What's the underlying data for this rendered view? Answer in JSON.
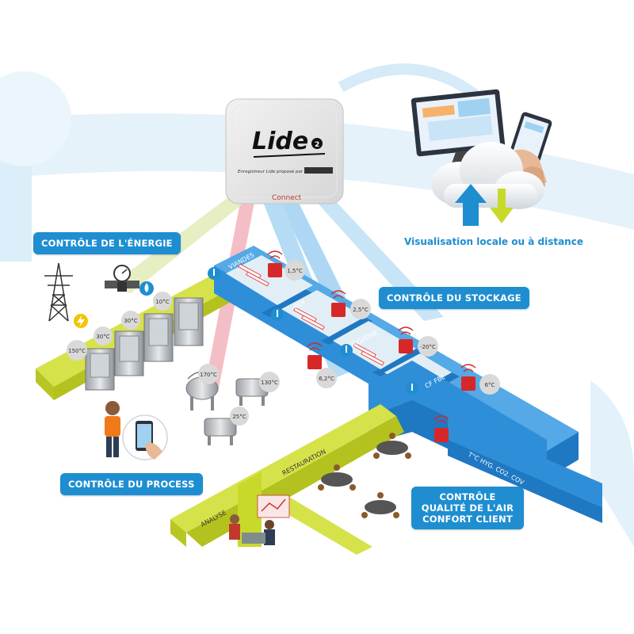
{
  "device": {
    "logo": "Lide",
    "logo_mark": "2",
    "subline": "Enregistreur Lide proposé par",
    "connect_label": "Connect"
  },
  "labels": {
    "energy": "CONTRÔLE DE L'ÉNERGIE",
    "process": "CONTRÔLE DU PROCESS",
    "storage": "CONTRÔLE DU STOCKAGE",
    "air_line1": "CONTRÔLE",
    "air_line2": "QUALITÉ DE L'AIR",
    "air_line3": "CONFORT CLIENT",
    "remote": "Visualisation locale ou à distance"
  },
  "rooms": {
    "viandes": "VIANDES",
    "bof": "BOF",
    "negative": "NÉGATIVE",
    "cf_fbl": "CF FBL",
    "corridor": "T°C HYG. CO2. COV",
    "restauration": "RESTAURATION",
    "analyse": "ANALYSE"
  },
  "temperatures": {
    "viandes": "1,5°C",
    "bof": "2,5°C",
    "negative_a": "-20°C",
    "negative_b": "6,2°C",
    "cf_fbl": "6°C",
    "oven_1": "10°C",
    "oven_2": "30°C",
    "oven_3": "30°C",
    "oven_4": "150°C",
    "kettle": "170°C",
    "pan_1": "130°C",
    "pan_2": "25°C"
  },
  "colors": {
    "accent_blue": "#1e8ed1",
    "room_blue": "#2f8ed8",
    "wall_green": "#c8d92c",
    "link_pink": "#f3b3bd",
    "link_green": "#e2ecb8",
    "link_blue": "#9fd1f1"
  },
  "icons": [
    "pylon-icon",
    "lightning-icon",
    "water-meter-icon",
    "water-drop-icon",
    "thermometer-icon",
    "wireless-sensor-icon",
    "cloud-icon",
    "upload-arrow-icon",
    "download-arrow-icon",
    "monitor-icon",
    "smartphone-icon",
    "hand-icon"
  ]
}
